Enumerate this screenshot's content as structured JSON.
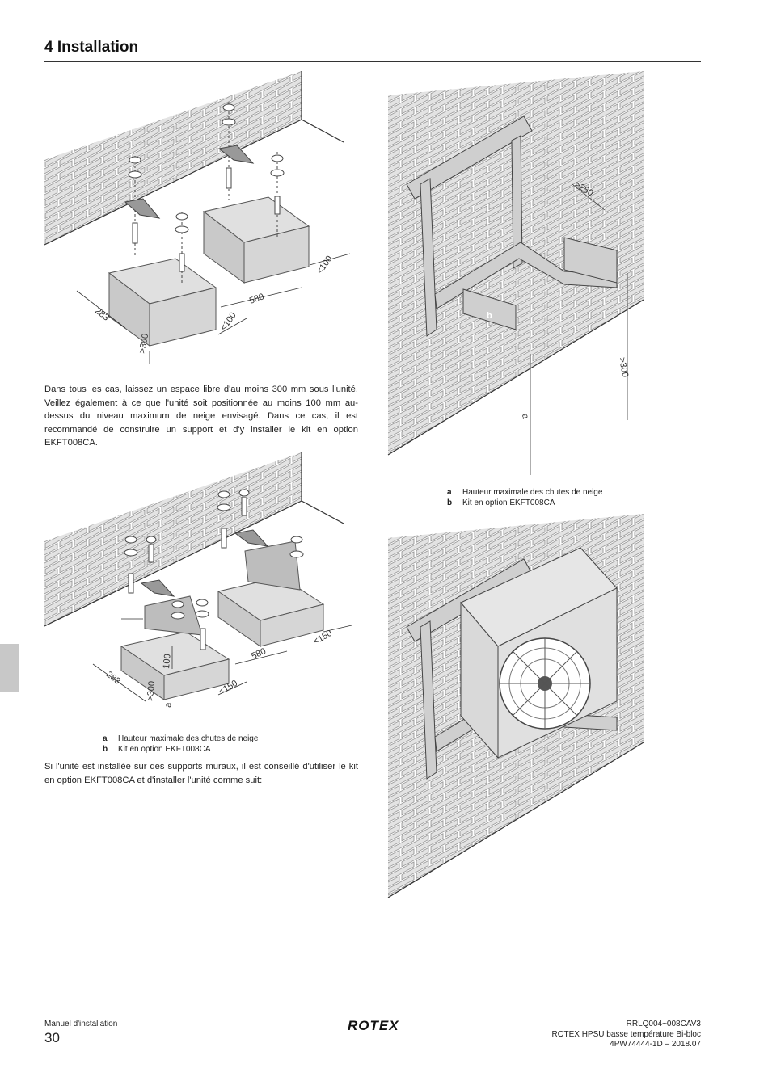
{
  "header": {
    "section_title": "4 Installation"
  },
  "text": {
    "para1": "Dans tous les cas, laissez un espace libre d'au moins 300 mm sous l'unité. Veillez également à ce que l'unité soit positionnée au moins 100 mm au-dessus du niveau maximum de neige envisagé. Dans ce cas, il est recommandé de construire un support et d'y installer le kit en option EKFT008CA.",
    "para2": "Si l'unité est installée sur des supports muraux, il est conseillé d'utiliser le kit en option EKFT008CA et d'installer l'unité comme suit:"
  },
  "figure1": {
    "dims": {
      "d283": "283",
      "d580": "580",
      "d100a": "<100",
      "d100b": "<100",
      "d300": ">300"
    }
  },
  "figure2": {
    "dims": {
      "d283": "283",
      "d580": "580",
      "d150a": "<150",
      "d150b": "<150",
      "d300": ">300",
      "d100": "100",
      "a": "a"
    }
  },
  "figure3": {
    "dims": {
      "d250": ">250",
      "d300": ">300",
      "a": "a",
      "b": "b"
    }
  },
  "legend": [
    {
      "key": "a",
      "text": "Hauteur maximale des chutes de neige"
    },
    {
      "key": "b",
      "text": "Kit en option EKFT008CA"
    }
  ],
  "footer": {
    "left_label": "Manuel d'installation",
    "page_number": "30",
    "logo": "ROTEX",
    "right_line1": "RRLQ004~008CAV3",
    "right_line2": "ROTEX HPSU basse température Bi-bloc",
    "right_line3": "4PW74444-1D – 2018.07"
  },
  "colors": {
    "brick_fill": "#e3e3e3",
    "brick_stroke": "#888888",
    "unit_fill": "#d4d4d4",
    "tab": "#c8c8c8"
  }
}
